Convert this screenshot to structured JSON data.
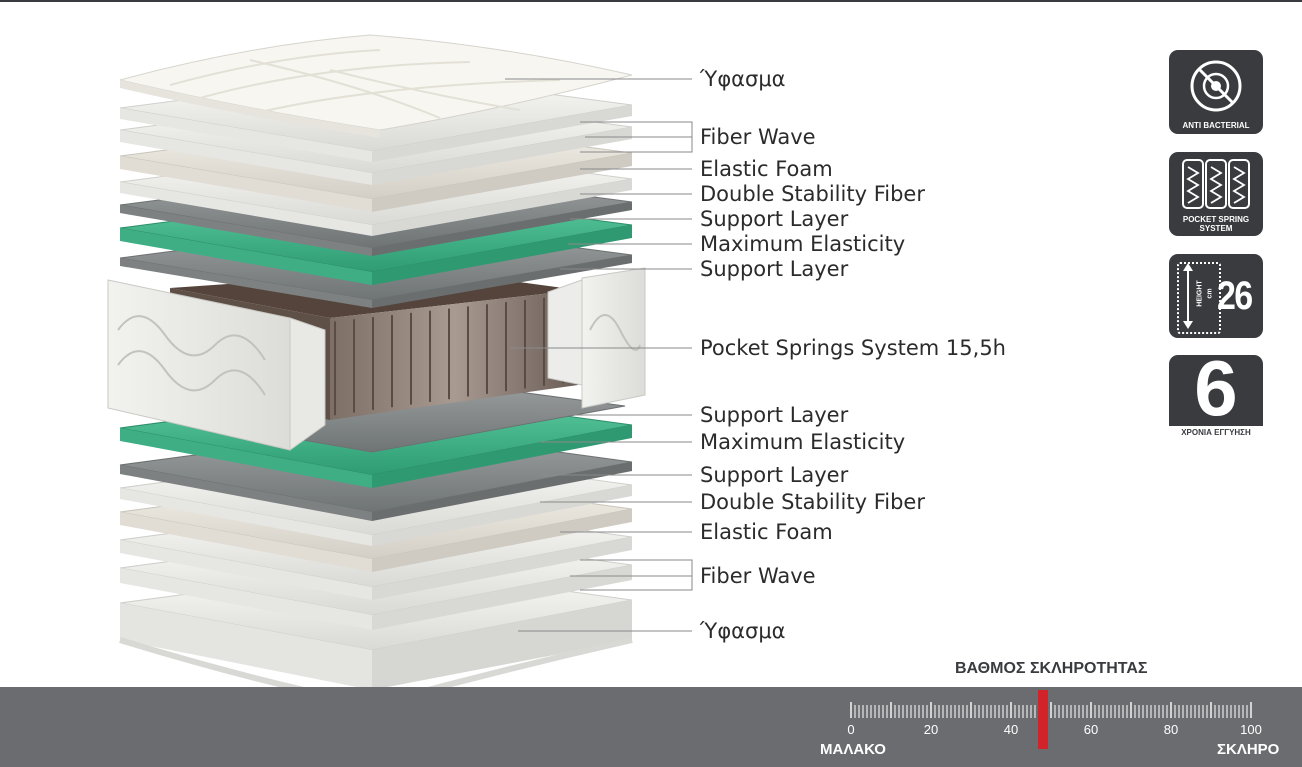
{
  "layers": [
    {
      "label": "Ύφασμα"
    },
    {
      "label": "Fiber Wave"
    },
    {
      "label": "Elastic Foam"
    },
    {
      "label": "Double Stability Fiber"
    },
    {
      "label": "Support Layer"
    },
    {
      "label": "Maximum Elasticity"
    },
    {
      "label": "Support Layer"
    },
    {
      "label": "Pocket Springs System 15,5h"
    },
    {
      "label": "Support Layer"
    },
    {
      "label": "Maximum Elasticity"
    },
    {
      "label": "Support Layer"
    },
    {
      "label": "Double Stability Fiber"
    },
    {
      "label": "Elastic Foam"
    },
    {
      "label": "Fiber Wave"
    },
    {
      "label": "Ύφασμα"
    }
  ],
  "badges": {
    "antibacterial": {
      "caption": "ANTI BACTERIAL",
      "icon": "anti-bacterial-icon"
    },
    "pocket_spring": {
      "caption_line1": "POCKET SPRING",
      "caption_line2": "SYSTEM",
      "icon": "pocket-spring-icon"
    },
    "height": {
      "word1": "HEIGHT",
      "word2": "cm",
      "value": "26",
      "icon": "height-arrow-icon"
    },
    "warranty": {
      "value": "6",
      "caption": "ΧΡΟΝΙΑ ΕΓΓΥΗΣΗ"
    }
  },
  "firmness": {
    "title": "ΒΑΘΜΟΣ ΣΚΛΗΡΟΤΗΤΑΣ",
    "min_label": "ΜΑΛΑΚΟ",
    "max_label": "ΣΚΛΗΡΟ",
    "tick_labels": [
      "0",
      "20",
      "40",
      "60",
      "80",
      "100"
    ],
    "value": 48,
    "marker_color": "#d2232a"
  },
  "colors": {
    "dark_gray": "#3a3b3f",
    "band_gray": "#6b6c70",
    "green_layer": "#4fbf93"
  }
}
